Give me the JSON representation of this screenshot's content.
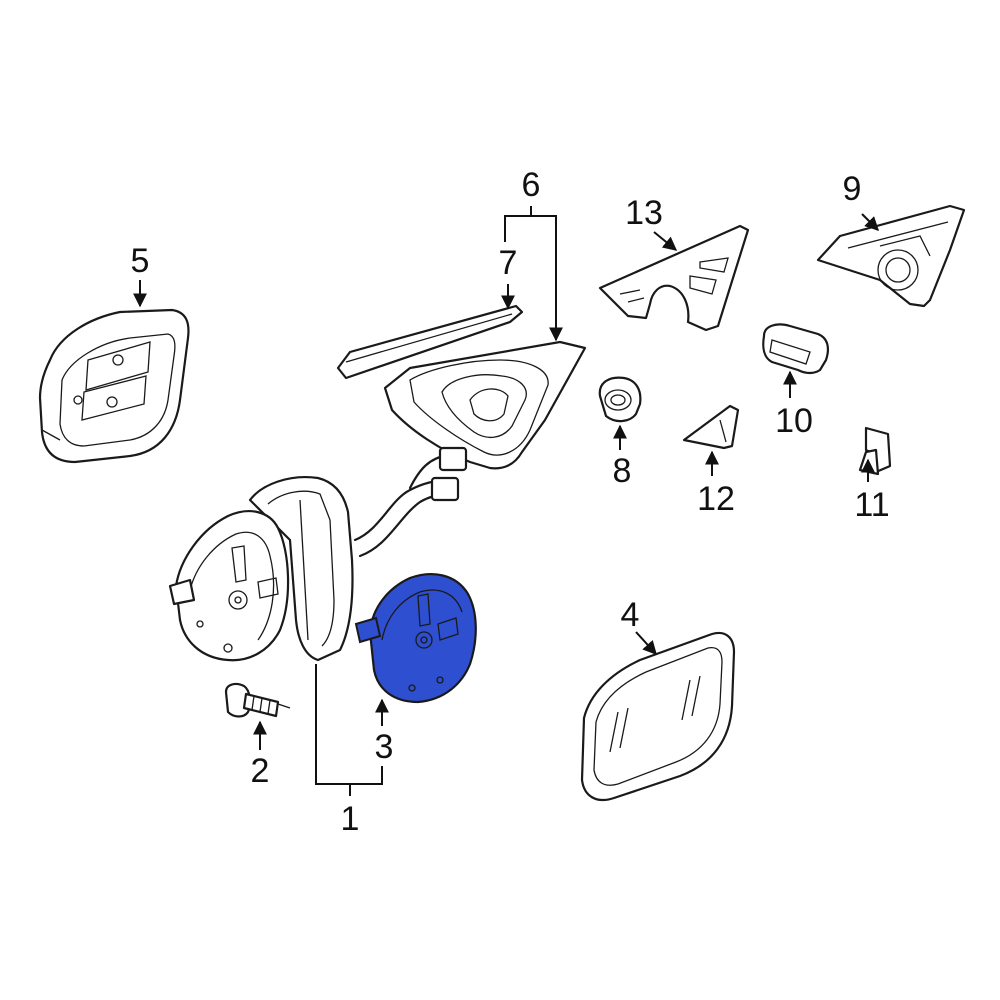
{
  "colors": {
    "line": "#1a1a1a",
    "highlight_fill": "#2d4fd0",
    "background": "#ffffff"
  },
  "callouts": {
    "c1": "1",
    "c2": "2",
    "c3": "3",
    "c4": "4",
    "c5": "5",
    "c6": "6",
    "c7": "7",
    "c8": "8",
    "c9": "9",
    "c10": "10",
    "c11": "11",
    "c12": "12",
    "c13": "13"
  },
  "highlighted_part": "3"
}
